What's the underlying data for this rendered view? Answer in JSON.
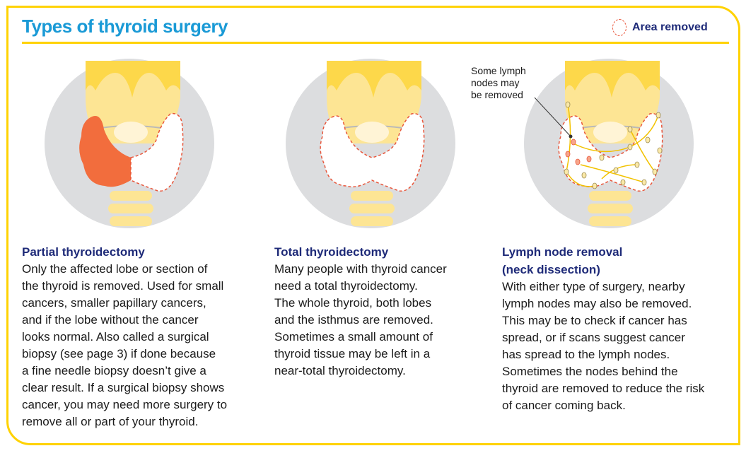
{
  "title": "Types of thyroid surgery",
  "legend": {
    "label": "Area removed",
    "color": "#e8553a"
  },
  "colors": {
    "border": "#ffd200",
    "title": "#1a9ad6",
    "heading": "#1e2a78",
    "removed": "#f26d3d",
    "circle": "#dcdddf"
  },
  "sections": [
    {
      "heading": "Partial thyroidectomy",
      "lines": [
        "Only the affected lobe or section of",
        "the thyroid is removed. Used for small",
        "cancers, smaller papillary cancers,",
        "and if the lobe without the cancer",
        "looks normal. Also called a surgical",
        "biopsy (see page 3) if done because",
        "a fine needle biopsy doesn’t give a",
        "clear result. If a surgical biopsy shows",
        "cancer, you may need more surgery to",
        "remove all or part of your thyroid."
      ]
    },
    {
      "heading": "Total thyroidectomy",
      "lines": [
        "Many people with thyroid cancer",
        "need a total thyroidectomy.",
        "The whole thyroid, both lobes",
        "and the isthmus are removed.",
        "Sometimes a small amount of",
        "thyroid tissue may be left in a",
        "near-total thyroidectomy."
      ]
    },
    {
      "heading": "Lymph node removal",
      "heading2": "(neck dissection)",
      "lines": [
        "With either type of surgery, nearby",
        "lymph nodes may also be removed.",
        "This may be to check if cancer has",
        "spread, or if scans suggest cancer",
        "has spread to the lymph nodes.",
        "Sometimes the nodes behind the",
        "thyroid are removed to reduce the risk",
        "of cancer coming back."
      ]
    }
  ],
  "callout": {
    "lines": [
      "Some lymph",
      "nodes may",
      "be removed"
    ]
  }
}
